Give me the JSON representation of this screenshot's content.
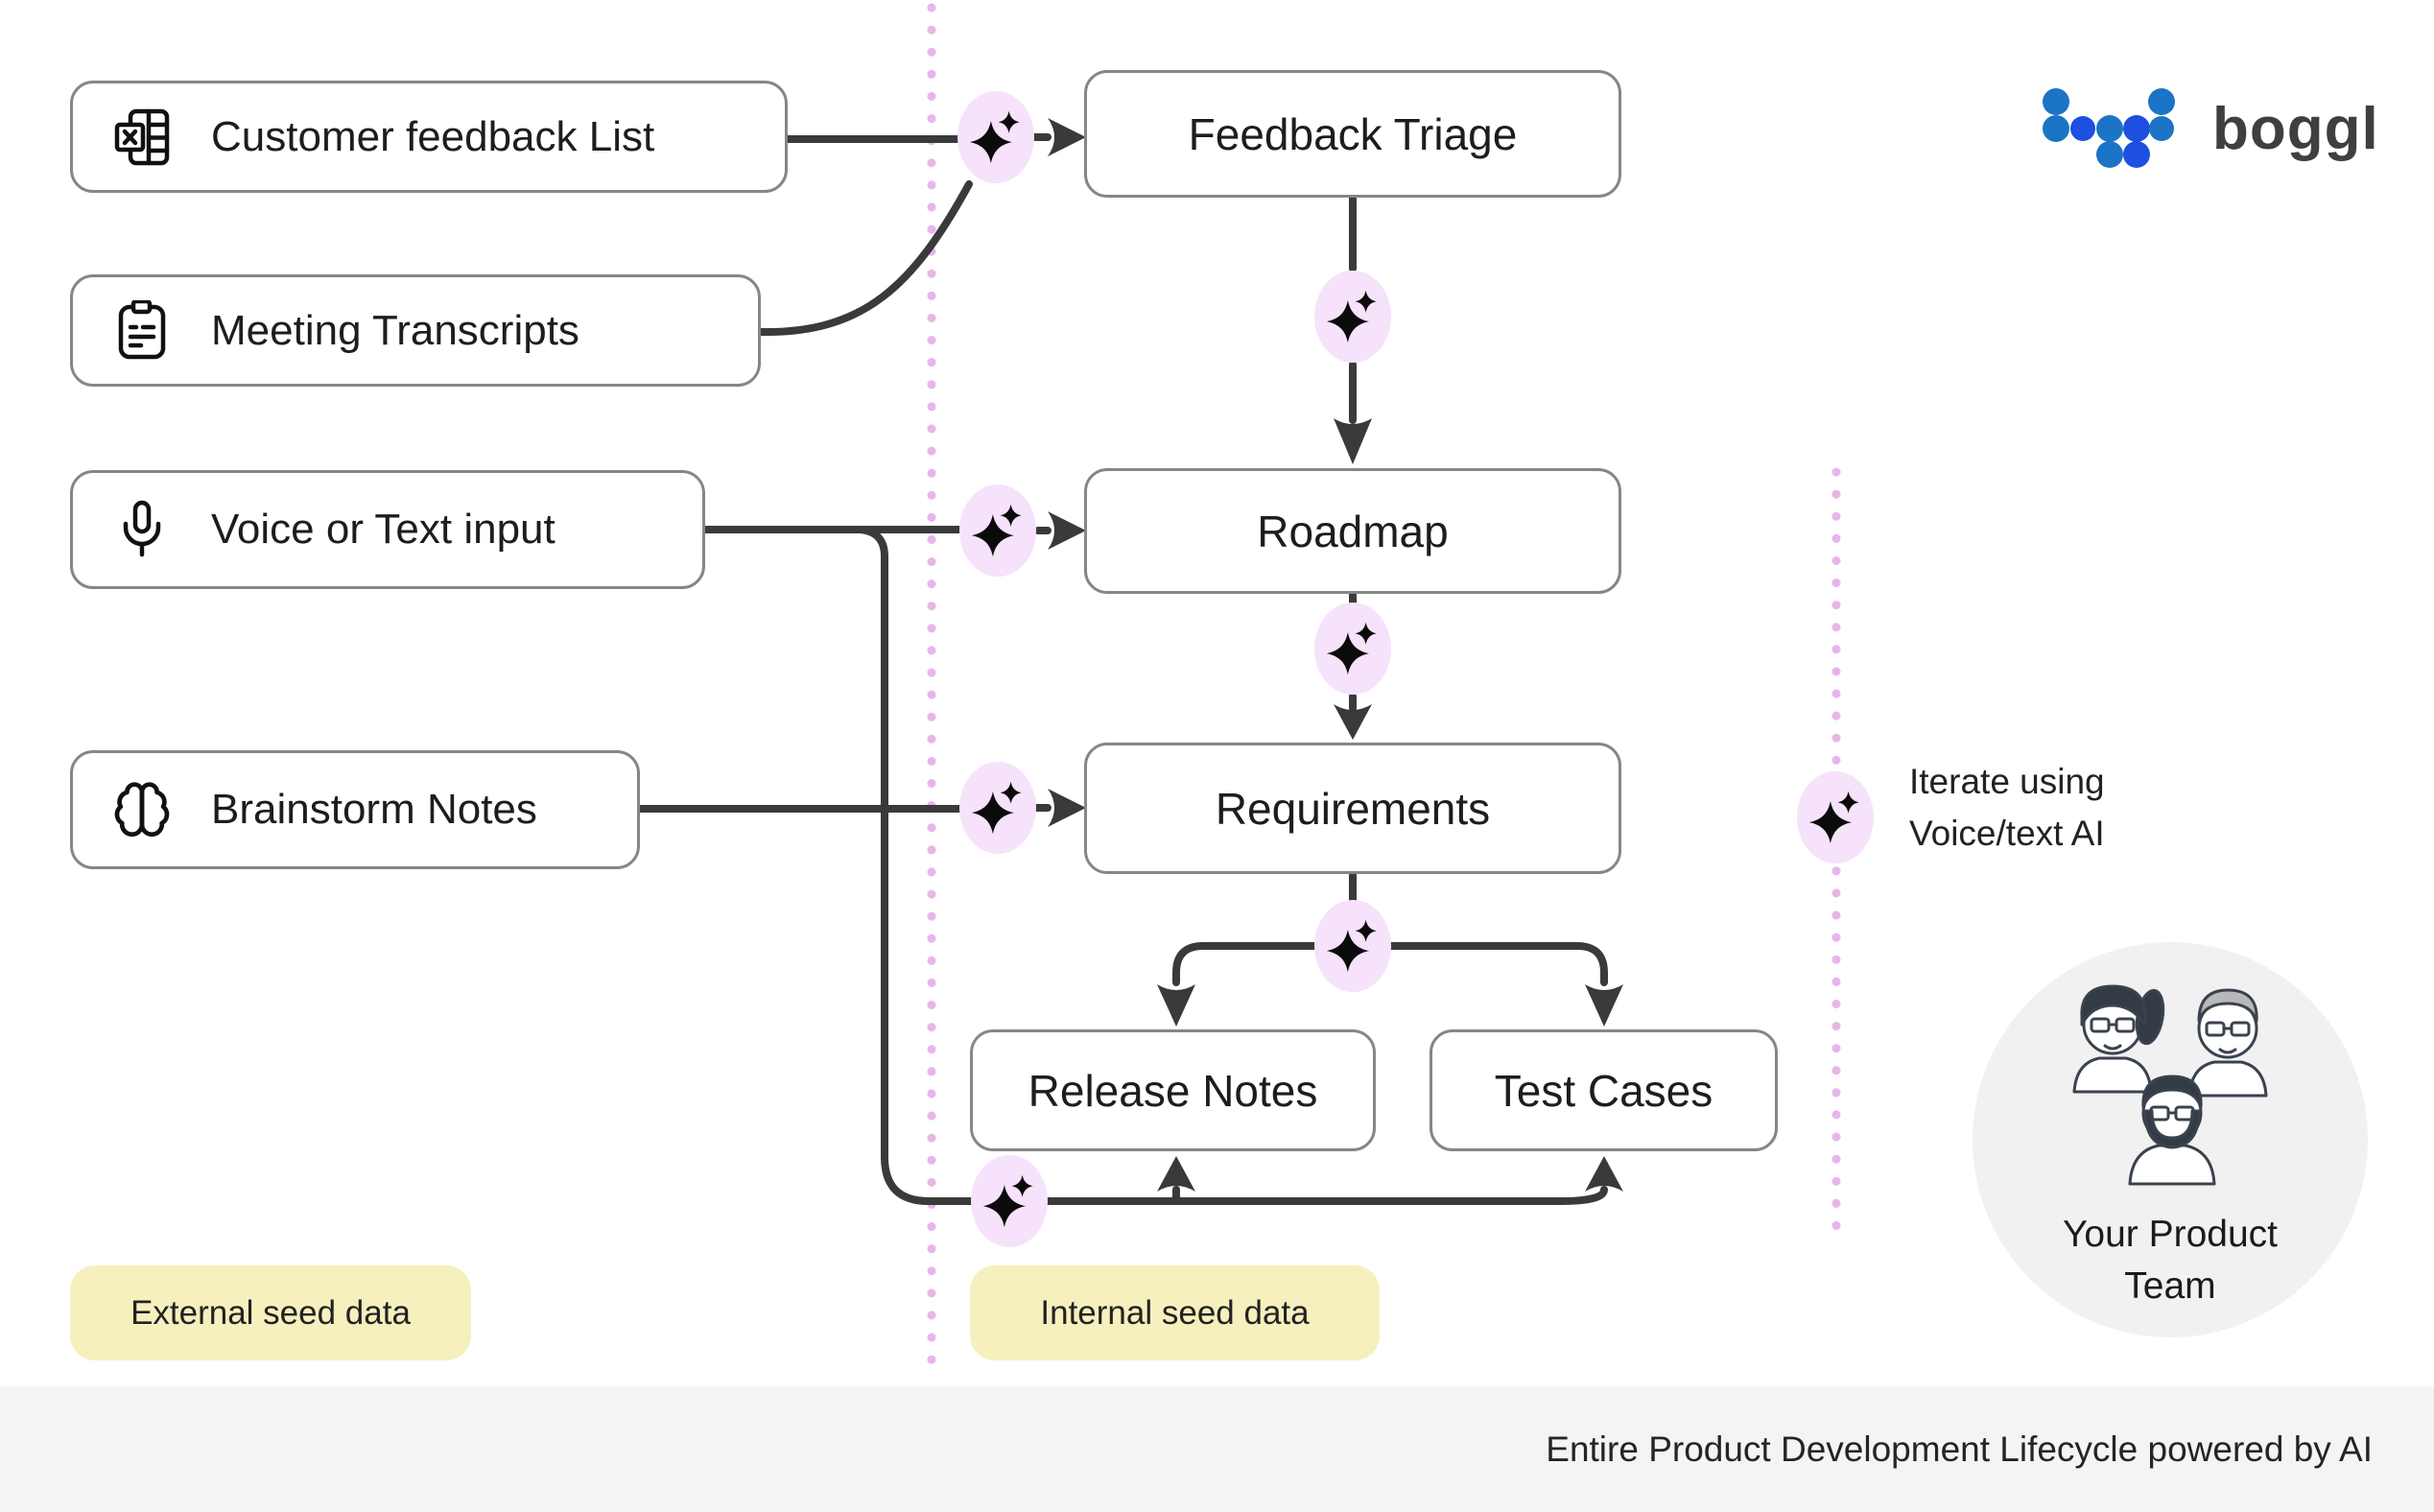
{
  "brand": {
    "name": "boggl"
  },
  "sources": [
    {
      "id": "customer_feedback",
      "label": "Customer feedback List",
      "icon": "spreadsheet-icon"
    },
    {
      "id": "meeting_transcripts",
      "label": "Meeting Transcripts",
      "icon": "transcript-icon"
    },
    {
      "id": "voice_text_input",
      "label": "Voice or Text input",
      "icon": "microphone-icon"
    },
    {
      "id": "brainstorm_notes",
      "label": "Brainstorm Notes",
      "icon": "brain-icon"
    }
  ],
  "stages": [
    {
      "id": "feedback_triage",
      "label": "Feedback Triage"
    },
    {
      "id": "roadmap",
      "label": "Roadmap"
    },
    {
      "id": "requirements",
      "label": "Requirements"
    },
    {
      "id": "release_notes",
      "label": "Release Notes"
    },
    {
      "id": "test_cases",
      "label": "Test Cases"
    }
  ],
  "annotations": {
    "iterate_line1": "Iterate using",
    "iterate_line2": "Voice/text AI",
    "team_line1": "Your Product",
    "team_line2": "Team",
    "external_seed": "External seed data",
    "internal_seed": "Internal seed data",
    "footer": "Entire Product Development Lifecycle powered by AI",
    "ai_marker_icon": "sparkles-icon"
  },
  "colors": {
    "connector": "#3a3a3a",
    "sparkle_background": "#f6e2fa",
    "dotted_divider": "#e7b6e9",
    "seed_label_background": "#f5f0bd",
    "footer_background": "#f4f4f4",
    "team_circle_background": "#f1f1f1",
    "logo_blue_light": "#1b74c5",
    "logo_blue_deep": "#1d4fe0",
    "box_border": "#868686"
  }
}
